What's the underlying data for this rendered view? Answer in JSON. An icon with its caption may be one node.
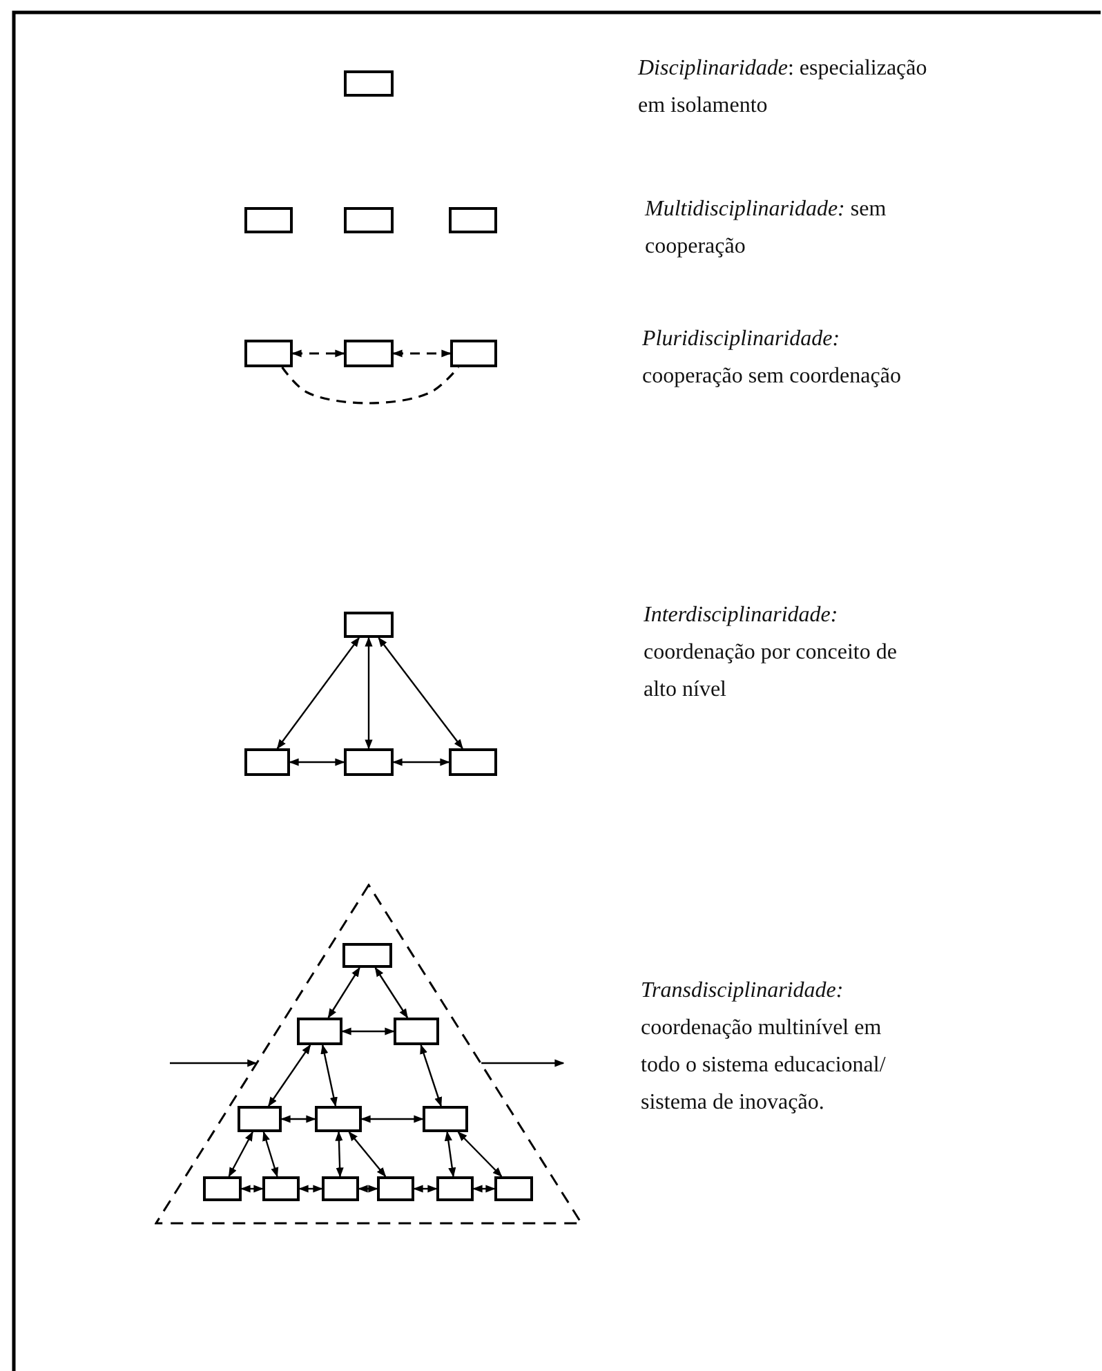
{
  "diagram": {
    "nodes": [
      {
        "text": [],
        "shape": "box"
      },
      {
        "text": [],
        "shape": "box"
      },
      {
        "text": [],
        "shape": "box"
      },
      {
        "text": [],
        "shape": "box"
      },
      {
        "text": [],
        "shape": "box"
      },
      {
        "text": [],
        "shape": "box"
      },
      {
        "text": [],
        "shape": "box"
      },
      {
        "text": [],
        "shape": "box"
      },
      {
        "text": [],
        "shape": "box"
      },
      {
        "text": [],
        "shape": "box"
      },
      {
        "text": [],
        "shape": "box"
      },
      {
        "text": [],
        "shape": "triangle"
      },
      {
        "text": [],
        "shape": "box",
        "in": 11
      },
      {
        "text": [],
        "shape": "box",
        "in": 11
      },
      {
        "text": [],
        "shape": "box",
        "in": 11
      },
      {
        "text": [],
        "shape": "box",
        "in": 11
      },
      {
        "text": [],
        "shape": "box",
        "in": 11
      },
      {
        "text": [],
        "shape": "box",
        "in": 11
      },
      {
        "text": [],
        "shape": "box",
        "in": 11
      },
      {
        "text": [],
        "shape": "box",
        "in": 11
      },
      {
        "text": [],
        "shape": "box",
        "in": 11
      },
      {
        "text": [],
        "shape": "box",
        "in": 11
      },
      {
        "text": [],
        "shape": "box",
        "in": 11
      },
      {
        "text": [],
        "shape": "box",
        "in": 11
      }
    ],
    "edges": [
      {
        "from": 4,
        "to": 5,
        "arrow": "both",
        "style": "dashed"
      },
      {
        "from": 5,
        "to": 6,
        "arrow": "both",
        "style": "dashed"
      },
      {
        "from": 4,
        "to": 6,
        "arrow": "none",
        "style": "dashed"
      },
      {
        "from": 7,
        "to": 8,
        "arrow": "both"
      },
      {
        "from": 7,
        "to": 9,
        "arrow": "both"
      },
      {
        "from": 7,
        "to": 10,
        "arrow": "both"
      },
      {
        "from": 8,
        "to": 9,
        "arrow": "both"
      },
      {
        "from": 9,
        "to": 10,
        "arrow": "both"
      },
      {
        "from": null,
        "to": 11,
        "arrow": "to"
      },
      {
        "from": 11,
        "to": null,
        "arrow": "to"
      },
      {
        "from": 12,
        "to": 13,
        "arrow": "both"
      },
      {
        "from": 12,
        "to": 14,
        "arrow": "both"
      },
      {
        "from": 13,
        "to": 14,
        "arrow": "both"
      },
      {
        "from": 13,
        "to": 15,
        "arrow": "both"
      },
      {
        "from": 13,
        "to": 16,
        "arrow": "both"
      },
      {
        "from": 14,
        "to": 17,
        "arrow": "both"
      },
      {
        "from": 15,
        "to": 16,
        "arrow": "both"
      },
      {
        "from": 16,
        "to": 17,
        "arrow": "both"
      },
      {
        "from": 15,
        "to": 18,
        "arrow": "both"
      },
      {
        "from": 15,
        "to": 19,
        "arrow": "both"
      },
      {
        "from": 16,
        "to": 20,
        "arrow": "both"
      },
      {
        "from": 16,
        "to": 21,
        "arrow": "both"
      },
      {
        "from": 17,
        "to": 22,
        "arrow": "both"
      },
      {
        "from": 17,
        "to": 23,
        "arrow": "both"
      },
      {
        "from": 18,
        "to": 19,
        "arrow": "both"
      },
      {
        "from": 19,
        "to": 20,
        "arrow": "both"
      },
      {
        "from": 20,
        "to": 21,
        "arrow": "both"
      },
      {
        "from": 21,
        "to": 22,
        "arrow": "both"
      },
      {
        "from": 22,
        "to": 23,
        "arrow": "both"
      }
    ],
    "labels": [
      "*Disciplinaridade*: especialização em isolamento",
      "*Multidisciplinaridade:* sem cooperação",
      "*Pluridisciplinaridade:* cooperação sem coordenação",
      "*Interdisciplinaridade:* coordenação por conceito de alto nível",
      "*Transdisciplinaridade:* coordenação multinível em todo o sistema educacional/ sistema de inovação."
    ]
  }
}
